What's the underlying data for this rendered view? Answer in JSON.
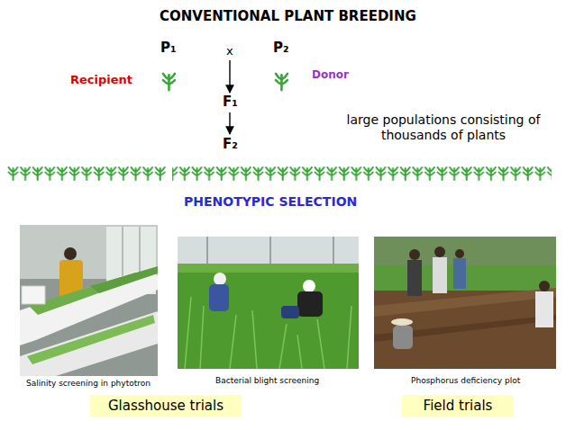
{
  "diagram": {
    "title": "CONVENTIONAL PLANT BREEDING",
    "nodes": [
      {
        "text": [
          "Glasshouse trials"
        ]
      },
      {
        "text": [
          "Field trials"
        ]
      }
    ],
    "labels": [
      "P₁",
      "x",
      "P₂",
      "Recipient",
      "Donor",
      "F₁",
      "F₂",
      "large populations consisting of thousands of plants",
      "PHENOTYPIC SELECTION",
      "Salinity screening in phytotron",
      "Bacterial blight screening",
      "Phosphorus deficiency plot"
    ]
  }
}
